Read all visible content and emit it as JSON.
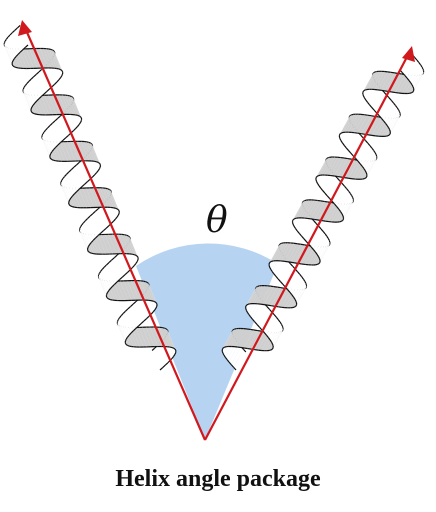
{
  "figure": {
    "angle_symbol": "θ",
    "caption": "Helix angle package"
  },
  "elements": {
    "helix_count": 2,
    "axis_arrow_count": 2
  },
  "colors": {
    "wedge_fill": "#a9cdf0",
    "axis_line": "#d1181d",
    "ribbon_stroke": "#111111",
    "ribbon_fill": "#ffffff",
    "ribbon_shade": "#8c8c8c"
  }
}
